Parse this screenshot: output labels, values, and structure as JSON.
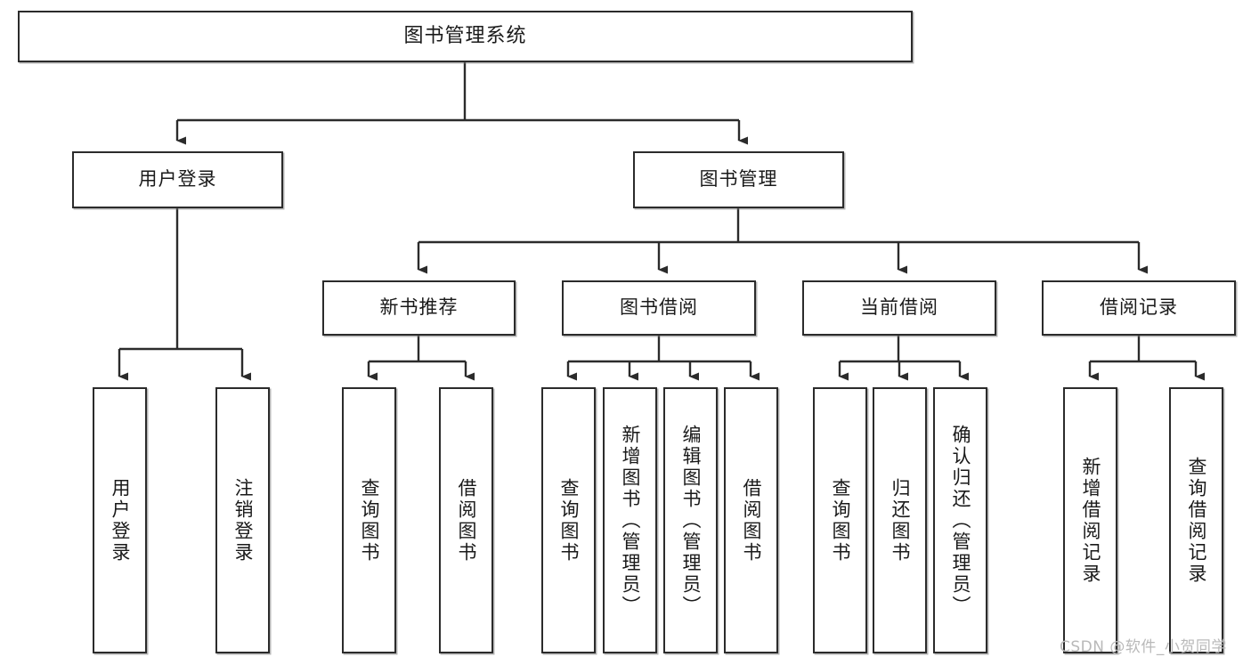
{
  "diagram": {
    "title": "图书管理系统",
    "type": "tree",
    "orientation": "top-down",
    "colors": {
      "border": "#2b2b2b",
      "fill": "#ffffff",
      "text": "#1a1a1a",
      "watermark": "#b9b9b9"
    },
    "root": {
      "label": "图书管理系统"
    },
    "level1": [
      {
        "label": "用户登录"
      },
      {
        "label": "图书管理"
      }
    ],
    "level2": [
      {
        "label": "新书推荐"
      },
      {
        "label": "图书借阅"
      },
      {
        "label": "当前借阅"
      },
      {
        "label": "借阅记录"
      }
    ],
    "leaves": {
      "user_login": [
        {
          "label": "用户登录"
        },
        {
          "label": "注销登录"
        }
      ],
      "new_book_recommend": [
        {
          "label": "查询图书"
        },
        {
          "label": "借阅图书"
        }
      ],
      "book_borrow": [
        {
          "label": "查询图书"
        },
        {
          "label": "新增图书（管理员）"
        },
        {
          "label": "编辑图书（管理员）"
        },
        {
          "label": "借阅图书"
        }
      ],
      "current_borrow": [
        {
          "label": "查询图书"
        },
        {
          "label": "归还图书"
        },
        {
          "label": "确认归还（管理员）"
        }
      ],
      "borrow_record": [
        {
          "label": "新增借阅记录"
        },
        {
          "label": "查询借阅记录"
        }
      ]
    }
  },
  "watermark": {
    "text": "CSDN @软件_小贺同学"
  }
}
